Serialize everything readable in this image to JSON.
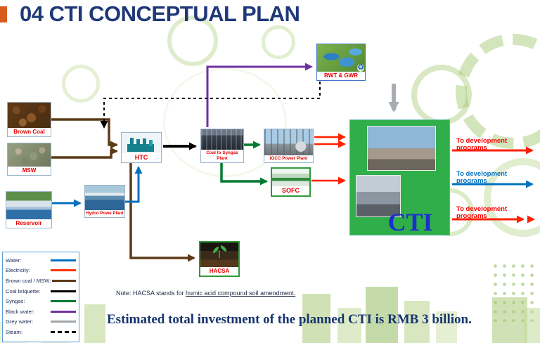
{
  "title": {
    "text": "04 CTI CONCEPTUAL PLAN"
  },
  "nodes": {
    "brown_coal": {
      "label": "Brown Coal"
    },
    "msw": {
      "label": "MSW"
    },
    "reservoir": {
      "label": "Reservoir"
    },
    "hydro": {
      "label": "Hydro Powe Plant"
    },
    "htc": {
      "label": "HTC"
    },
    "syngas": {
      "label": "Coal to Syngas Plant"
    },
    "igcc": {
      "label": "IGCC Power Plant"
    },
    "sofc": {
      "label": "SOFC"
    },
    "bwt": {
      "label": "BWT & GWR"
    },
    "hacsa": {
      "label": "HACSA"
    },
    "cti": {
      "label": "CTI"
    }
  },
  "outputs": [
    {
      "label": "To development programs",
      "color": "#ff0000"
    },
    {
      "label": "To development programs",
      "color": "#0070c0"
    },
    {
      "label": "To development programs",
      "color": "#ff0000"
    }
  ],
  "legend": {
    "items": [
      {
        "label": "Water:",
        "color": "#0070C0",
        "style": "solid"
      },
      {
        "label": "Electricity:",
        "color": "#FF3300",
        "style": "solid"
      },
      {
        "label": "Brown coal / MSW:",
        "color": "#5C3A17",
        "style": "solid"
      },
      {
        "label": "Coal briquette:",
        "color": "#000000",
        "style": "solid"
      },
      {
        "label": "Syngas:",
        "color": "#007A2F",
        "style": "solid"
      },
      {
        "label": "Black water:",
        "color": "#7030A0",
        "style": "solid"
      },
      {
        "label": "Grey water:",
        "color": "#A0A4A8",
        "style": "solid"
      },
      {
        "label": "Steam:",
        "color": "#000000",
        "style": "dashed"
      }
    ]
  },
  "note": {
    "prefix": "Note: HACSA stands for ",
    "term": "humic acid compound soil amendment."
  },
  "investment": {
    "text": "Estimated total investment of the planned CTI  is RMB 3 billion."
  }
}
